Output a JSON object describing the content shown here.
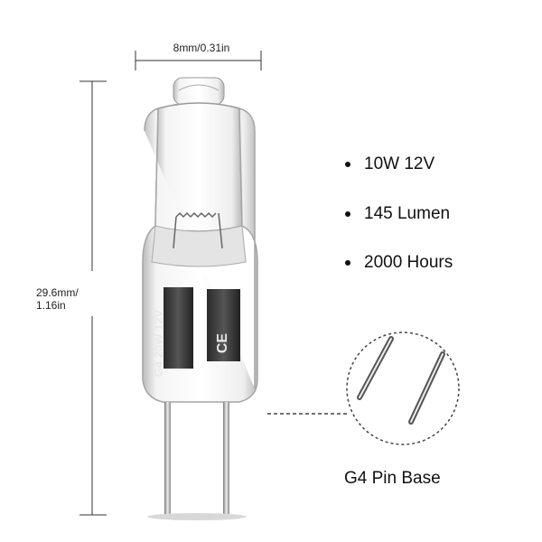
{
  "dimensions": {
    "width": "8mm/0.31in",
    "height_line1": "29.6mm/",
    "height_line2": "1.16in"
  },
  "bulb_marking": "G4 20W 12V",
  "ce_mark": "CE",
  "specs": [
    {
      "label": "10W 12V"
    },
    {
      "label": "145 Lumen"
    },
    {
      "label": "2000 Hours"
    }
  ],
  "pin_base_caption": "G4 Pin Base",
  "icons": [
    "halogen-bulb-illustration",
    "pin-detail-magnifier"
  ]
}
